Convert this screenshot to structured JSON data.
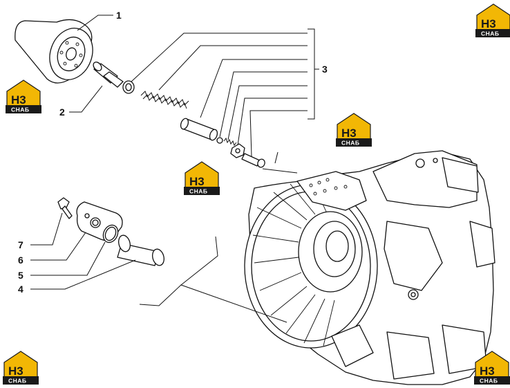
{
  "callouts": [
    {
      "id": "1",
      "label": "1"
    },
    {
      "id": "2",
      "label": "2"
    },
    {
      "id": "3",
      "label": "3"
    },
    {
      "id": "4",
      "label": "4"
    },
    {
      "id": "5",
      "label": "5"
    },
    {
      "id": "6",
      "label": "6"
    },
    {
      "id": "7",
      "label": "7"
    }
  ],
  "watermark": {
    "top": "H3",
    "bottom": "СНАБ",
    "colors": {
      "house": "#f2b705",
      "bar": "#1a1a1a"
    }
  },
  "colors": {
    "ink": "#111111",
    "background": "#ffffff"
  }
}
